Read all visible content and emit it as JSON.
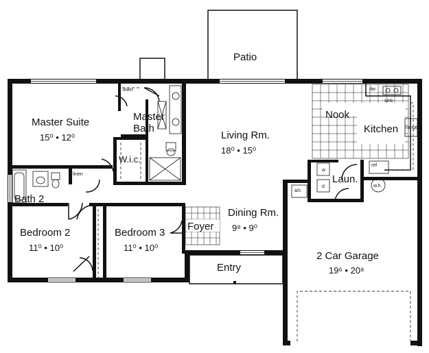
{
  "rooms": {
    "patio": {
      "name": "Patio"
    },
    "master_suite": {
      "name": "Master Suite",
      "dim": "15⁰  •  12⁰"
    },
    "master_bath": {
      "name1": "Master",
      "name2": "Bath"
    },
    "wic": {
      "name": "W.i.c."
    },
    "living": {
      "name": "Living Rm.",
      "dim": "18⁰  •  15⁰"
    },
    "nook": {
      "name": "Nook"
    },
    "kitchen": {
      "name": "Kitchen"
    },
    "bath2": {
      "name": "Bath 2"
    },
    "bedroom2": {
      "name": "Bedroom 2",
      "dim": "11⁰  •  10⁰"
    },
    "bedroom3": {
      "name": "Bedroom 3",
      "dim": "11⁰  •  10⁰"
    },
    "foyer": {
      "name": "Foyer"
    },
    "dining": {
      "name": "Dining Rm.",
      "dim": "9⁸  •  9⁰"
    },
    "entry": {
      "name": "Entry"
    },
    "laundry": {
      "name": "Laun."
    },
    "garage": {
      "name": "2 Car Garage",
      "dim": "19⁶  •  20⁸"
    }
  },
  "fixtures": {
    "linen_master": "linen",
    "linen_bath2": "linen",
    "dw": "dw",
    "sink": "sink",
    "range": "range",
    "ref": "ref",
    "wh": "w.h.",
    "ac": "a/c",
    "washer": "w",
    "dryer": "d"
  }
}
